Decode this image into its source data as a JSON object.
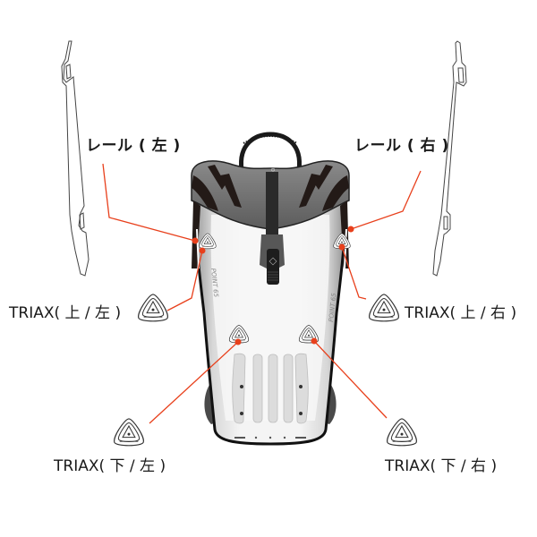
{
  "diagram": {
    "subject": "backpack hardshell attachment points",
    "accent_color": "#e8401c",
    "labels": {
      "rail_left": "レール ( 左 )",
      "rail_right": "レール ( 右 )",
      "triax_upper_left": "TRIAX( 上 / 左 )",
      "triax_upper_right": "TRIAX( 上 / 右 )",
      "triax_lower_left": "TRIAX( 下 / 左 )",
      "triax_lower_right": "TRIAX( 下 / 右 )"
    },
    "parts": [
      {
        "id": "rail-left",
        "icon": "rail-icon",
        "label_key": "rail_left"
      },
      {
        "id": "rail-right",
        "icon": "rail-icon",
        "label_key": "rail_right"
      },
      {
        "id": "triax-upper-left",
        "icon": "triax-icon",
        "label_key": "triax_upper_left"
      },
      {
        "id": "triax-upper-right",
        "icon": "triax-icon",
        "label_key": "triax_upper_right"
      },
      {
        "id": "triax-lower-left",
        "icon": "triax-icon",
        "label_key": "triax_lower_left"
      },
      {
        "id": "triax-lower-right",
        "icon": "triax-icon",
        "label_key": "triax_lower_right"
      }
    ],
    "backpack_side_text_left": "POINT 65",
    "backpack_side_text_right": "POINT 65"
  }
}
